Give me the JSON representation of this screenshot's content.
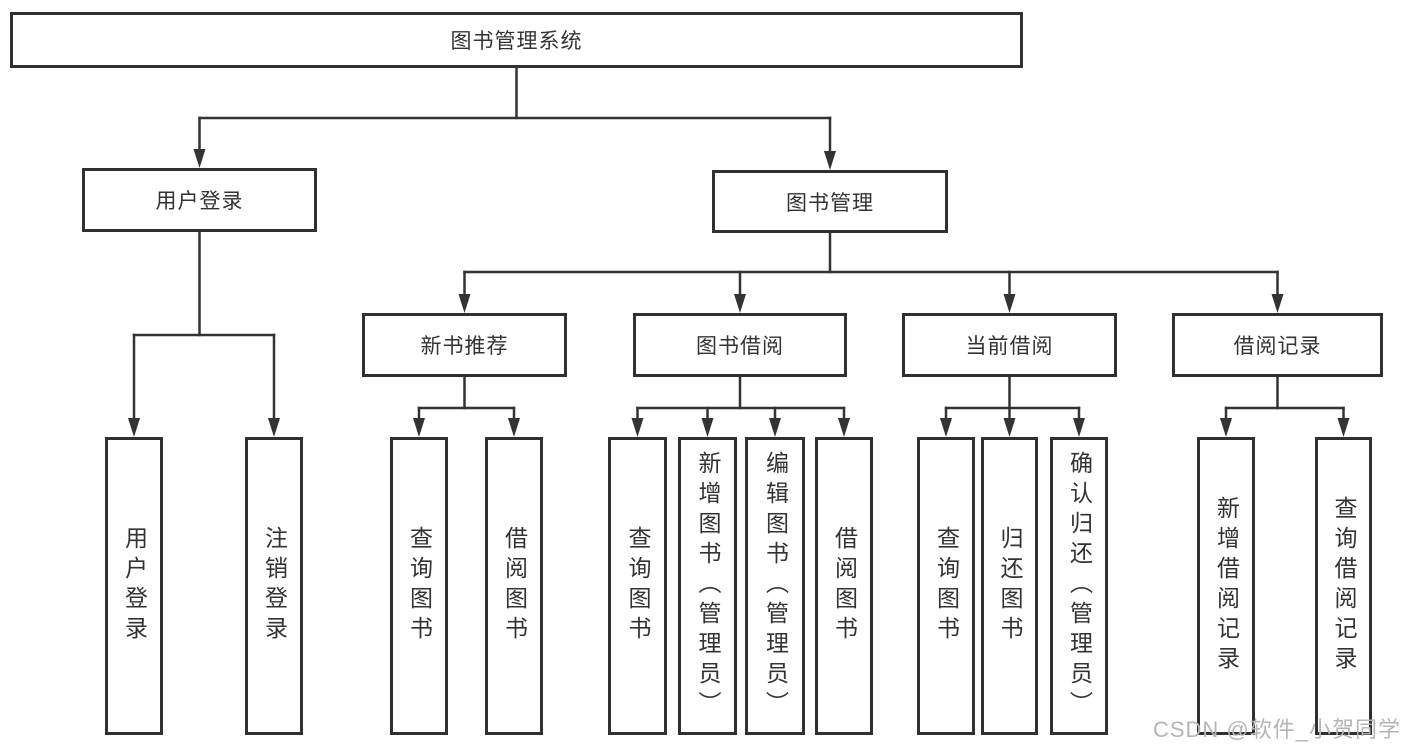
{
  "tree": {
    "root": {
      "label": "图书管理系统"
    },
    "level2": [
      {
        "label": "用户登录"
      },
      {
        "label": "图书管理"
      }
    ],
    "level3": [
      {
        "label": "新书推荐",
        "parent": "图书管理"
      },
      {
        "label": "图书借阅",
        "parent": "图书管理"
      },
      {
        "label": "当前借阅",
        "parent": "图书管理"
      },
      {
        "label": "借阅记录",
        "parent": "图书管理"
      }
    ],
    "leaves": [
      {
        "label": "用户登录",
        "parent": "用户登录"
      },
      {
        "label": "注销登录",
        "parent": "用户登录"
      },
      {
        "label": "查询图书",
        "parent": "新书推荐"
      },
      {
        "label": "借阅图书",
        "parent": "新书推荐"
      },
      {
        "label": "查询图书",
        "parent": "图书借阅"
      },
      {
        "label": "新增图书（管理员）",
        "parent": "图书借阅"
      },
      {
        "label": "编辑图书（管理员）",
        "parent": "图书借阅"
      },
      {
        "label": "借阅图书",
        "parent": "图书借阅"
      },
      {
        "label": "查询图书",
        "parent": "当前借阅"
      },
      {
        "label": "归还图书",
        "parent": "当前借阅"
      },
      {
        "label": "确认归还（管理员）",
        "parent": "当前借阅"
      },
      {
        "label": "新增借阅记录",
        "parent": "借阅记录"
      },
      {
        "label": "查询借阅记录",
        "parent": "借阅记录"
      }
    ]
  },
  "watermark": {
    "text": "CSDN @软件_小贺同学"
  },
  "colors": {
    "line": "#333333",
    "box_border": "#303030",
    "text": "#333333",
    "watermark": "#b5b5b5",
    "background": "#ffffff"
  }
}
